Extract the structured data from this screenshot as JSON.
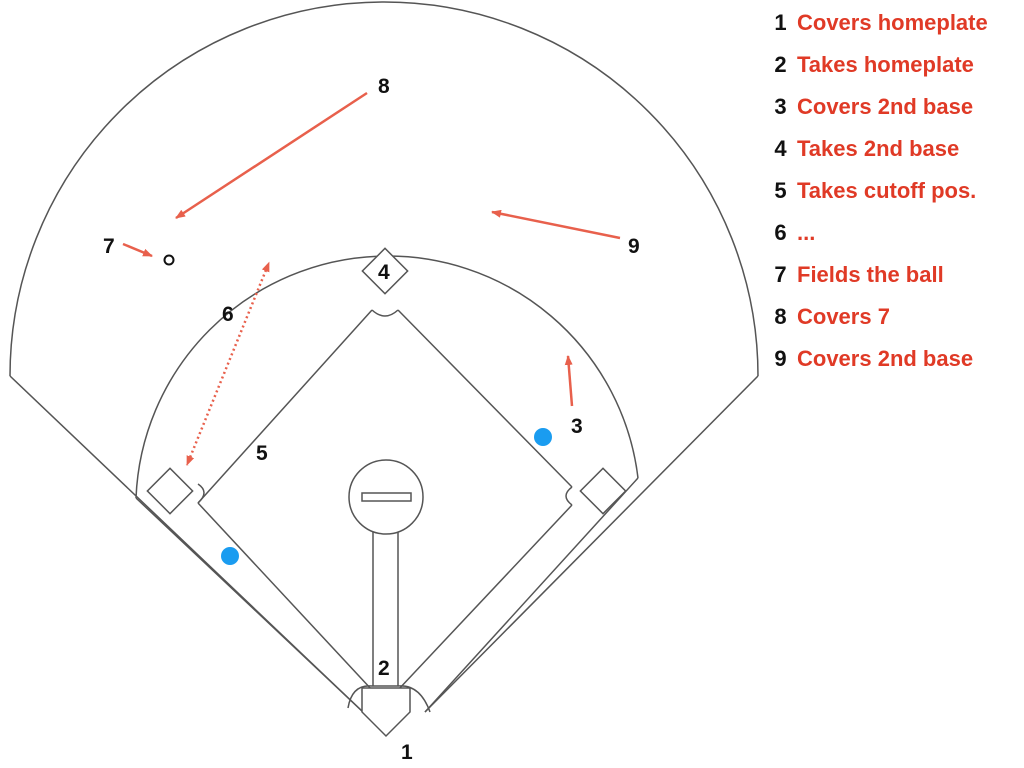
{
  "field_labels": {
    "catcher": "1",
    "home_plate_player": "2",
    "first_base_player": "3",
    "second_base_marker": "4",
    "shortstop_area": "5",
    "left_field_player": "6",
    "left_fielder": "7",
    "center_fielder": "8",
    "right_fielder": "9"
  },
  "legend": [
    {
      "num": "1",
      "text": "Covers homeplate"
    },
    {
      "num": "2",
      "text": "Takes homeplate"
    },
    {
      "num": "3",
      "text": "Covers 2nd base"
    },
    {
      "num": "4",
      "text": "Takes 2nd base"
    },
    {
      "num": "5",
      "text": "Takes cutoff pos."
    },
    {
      "num": "6",
      "text": "..."
    },
    {
      "num": "7",
      "text": "Fields the ball"
    },
    {
      "num": "8",
      "text": "Covers 7"
    },
    {
      "num": "9",
      "text": "Covers 2nd base"
    }
  ],
  "colors": {
    "line": "#555555",
    "arrow": "#e8604c",
    "legend_text": "#e03a26",
    "runner_dot": "#1a9cf0"
  }
}
